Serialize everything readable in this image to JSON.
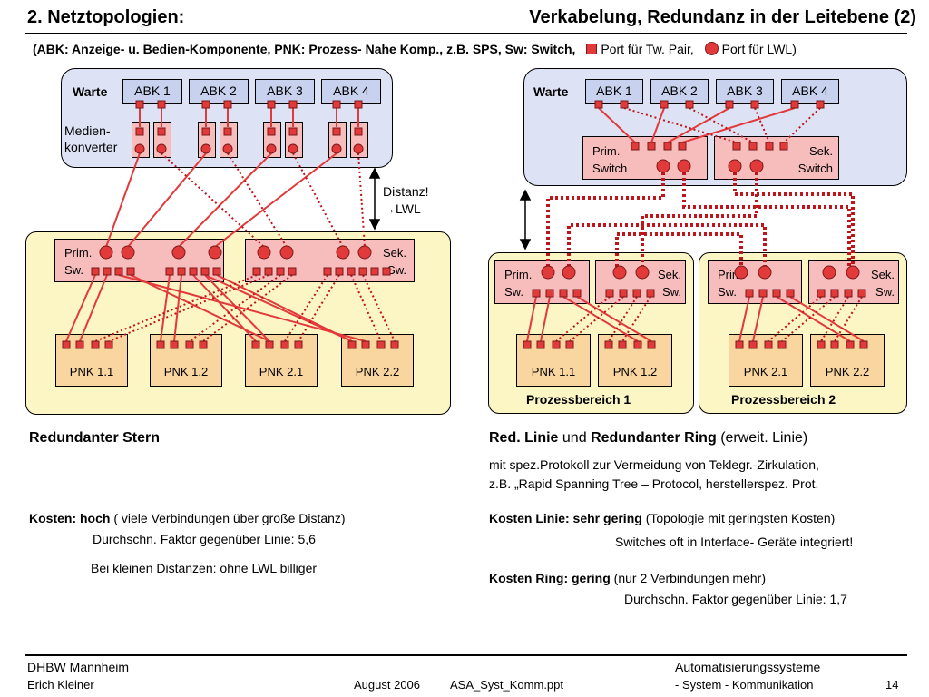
{
  "header": {
    "left_title": "2. Netztopologien:",
    "right_title": "Verkabelung, Redundanz in der Leitebene (2)"
  },
  "legend": {
    "abbr": "(ABK: Anzeige- u. Bedien-Komponente, PNK: Prozess- Nahe Komp., z.B. SPS, Sw: Switch,",
    "port_tp": "Port für Tw. Pair,",
    "port_lwl": "Port für LWL)"
  },
  "left_diagram": {
    "warte_label": "Warte",
    "abk": [
      "ABK 1",
      "ABK 2",
      "ABK 3",
      "ABK 4"
    ],
    "medien_label": "Medien-\nkonverter",
    "distance": "Distanz!\n→LWL",
    "prim_sw": "Prim.\nSw.",
    "sek_sw": "Sek.\nSw.",
    "pnk": [
      "PNK 1.1",
      "PNK 1.2",
      "PNK 2.1",
      "PNK 2.2"
    ],
    "caption": "Redundanter Stern"
  },
  "right_diagram": {
    "warte_label": "Warte",
    "abk": [
      "ABK 1",
      "ABK 2",
      "ABK 3",
      "ABK 4"
    ],
    "prim_switch": "Prim.\nSwitch",
    "sek_switch": "Sek.\nSwitch",
    "prim_sw": "Prim.\nSw.",
    "sek_sw": "Sek.\nSw.",
    "pnk": [
      "PNK 1.1",
      "PNK 1.2",
      "PNK 2.1",
      "PNK 2.2"
    ],
    "area1": "Prozessbereich  1",
    "area2": "Prozessbereich  2",
    "caption_bold1": "Red. Linie",
    "caption_mid": "und",
    "caption_bold2": "Redundanter Ring",
    "caption_tail": "(erweit. Linie)"
  },
  "text_left": {
    "kosten_bold": "Kosten: hoch",
    "kosten_rest": "( viele Verbindungen über große Distanz)",
    "faktor": "Durchschn. Faktor gegenüber Linie: 5,6",
    "klein": "Bei kleinen Distanzen: ohne LWL billiger"
  },
  "text_right": {
    "protokoll1": "mit spez.Protokoll zur Vermeidung von Teklegr.-Zirkulation,",
    "protokoll2": "z.B. „Rapid Spanning Tree – Protocol,  herstellerspez. Prot.",
    "linie_bold": "Kosten Linie: sehr gering",
    "linie_rest": "(Topologie mit geringsten Kosten)",
    "switches": "Switches oft in Interface- Geräte integriert!",
    "ring_bold": "Kosten Ring: gering",
    "ring_rest": "(nur 2 Verbindungen mehr)",
    "ring_faktor": "Durchschn. Faktor gegenüber Linie: 1,7"
  },
  "footer": {
    "org": "DHBW  Mannheim",
    "author": "Erich Kleiner",
    "date": "August 2006",
    "file": "ASA_Syst_Komm.ppt",
    "course": "Automatisierungssysteme",
    "topic": "- System - Kommunikation",
    "page": "14"
  },
  "colors": {
    "line_red": "#e23a3a",
    "dotted_red": "#c0141b",
    "warte_bg": "#dde3f4",
    "field_bg": "#fbf6c4",
    "switch_bg": "#f7bcbc",
    "pnk_bg": "#f9d6a0"
  }
}
